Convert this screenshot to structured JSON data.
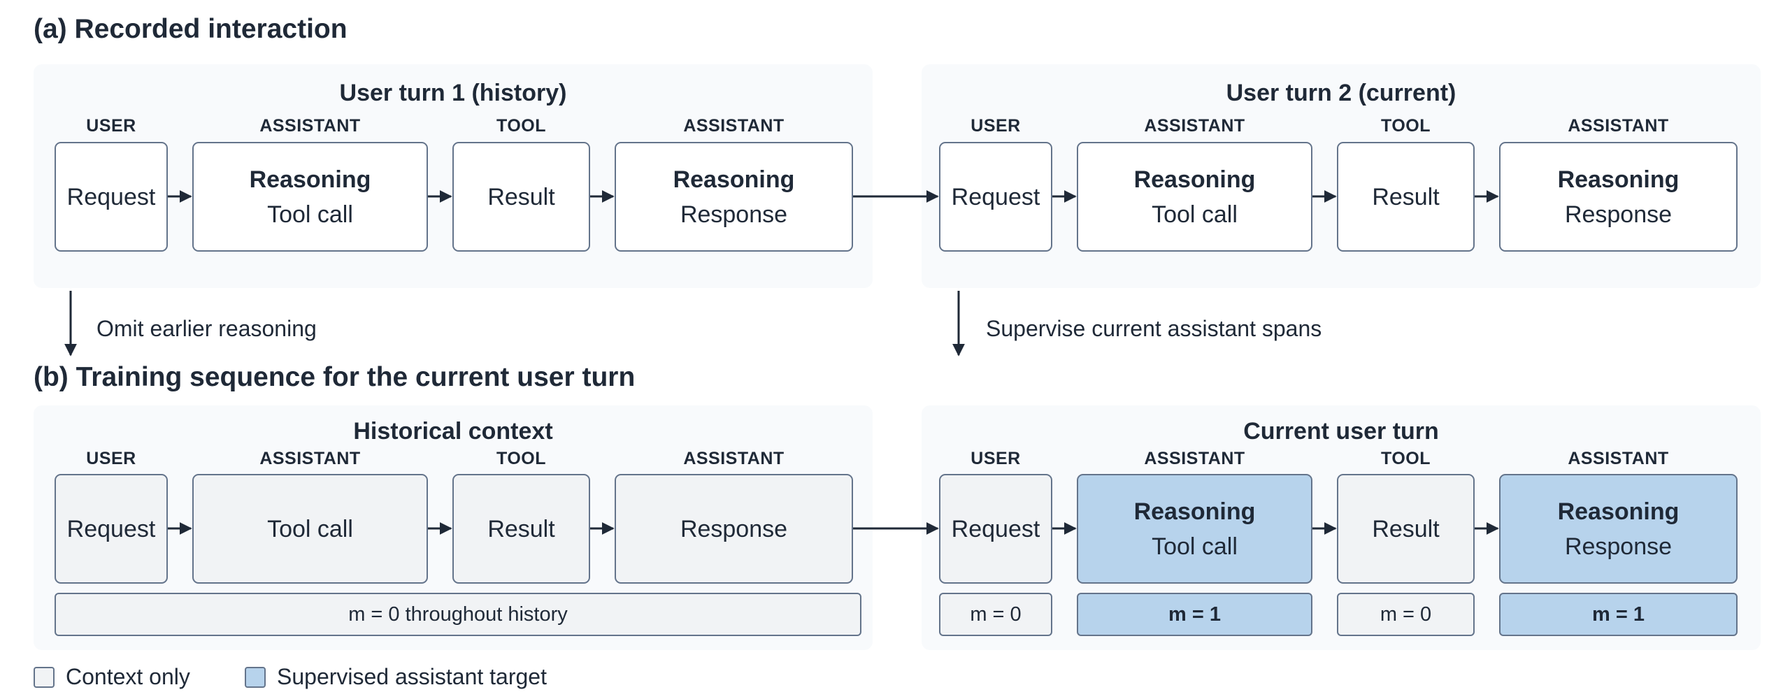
{
  "section_a": {
    "title": "(a) Recorded interaction",
    "panel_left": {
      "title": "User turn 1 (history)",
      "steps": [
        {
          "role": "USER",
          "line1": "",
          "line2": "Request"
        },
        {
          "role": "ASSISTANT",
          "line1": "Reasoning",
          "line2": "Tool call"
        },
        {
          "role": "TOOL",
          "line1": "",
          "line2": "Result"
        },
        {
          "role": "ASSISTANT",
          "line1": "Reasoning",
          "line2": "Response"
        }
      ]
    },
    "panel_right": {
      "title": "User turn 2 (current)",
      "steps": [
        {
          "role": "USER",
          "line1": "",
          "line2": "Request"
        },
        {
          "role": "ASSISTANT",
          "line1": "Reasoning",
          "line2": "Tool call"
        },
        {
          "role": "TOOL",
          "line1": "",
          "line2": "Result"
        },
        {
          "role": "ASSISTANT",
          "line1": "Reasoning",
          "line2": "Response"
        }
      ]
    }
  },
  "transitions": {
    "left_note": "Omit earlier reasoning",
    "right_note": "Supervise current assistant spans"
  },
  "section_b": {
    "title": "(b) Training sequence for the current user turn",
    "panel_left": {
      "title": "Historical context",
      "steps": [
        {
          "role": "USER",
          "line1": "",
          "line2": "Request"
        },
        {
          "role": "ASSISTANT",
          "line1": "",
          "line2": "Tool call"
        },
        {
          "role": "TOOL",
          "line1": "",
          "line2": "Result"
        },
        {
          "role": "ASSISTANT",
          "line1": "",
          "line2": "Response"
        }
      ],
      "mask_label": "m = 0 throughout history"
    },
    "panel_right": {
      "title": "Current user turn",
      "steps": [
        {
          "role": "USER",
          "line1": "",
          "line2": "Request"
        },
        {
          "role": "ASSISTANT",
          "line1": "Reasoning",
          "line2": "Tool call"
        },
        {
          "role": "TOOL",
          "line1": "",
          "line2": "Result"
        },
        {
          "role": "ASSISTANT",
          "line1": "Reasoning",
          "line2": "Response"
        }
      ],
      "masks": [
        "m = 0",
        "m = 1",
        "m = 0",
        "m = 1"
      ]
    }
  },
  "legend": {
    "context_only": "Context only",
    "supervised": "Supervised assistant target"
  },
  "colors": {
    "panel_bg": "#f8fafc",
    "box_border": "#64748b",
    "context_fill": "#f1f3f5",
    "supervised_fill": "#b7d3ec",
    "arrow": "#1f2937"
  }
}
